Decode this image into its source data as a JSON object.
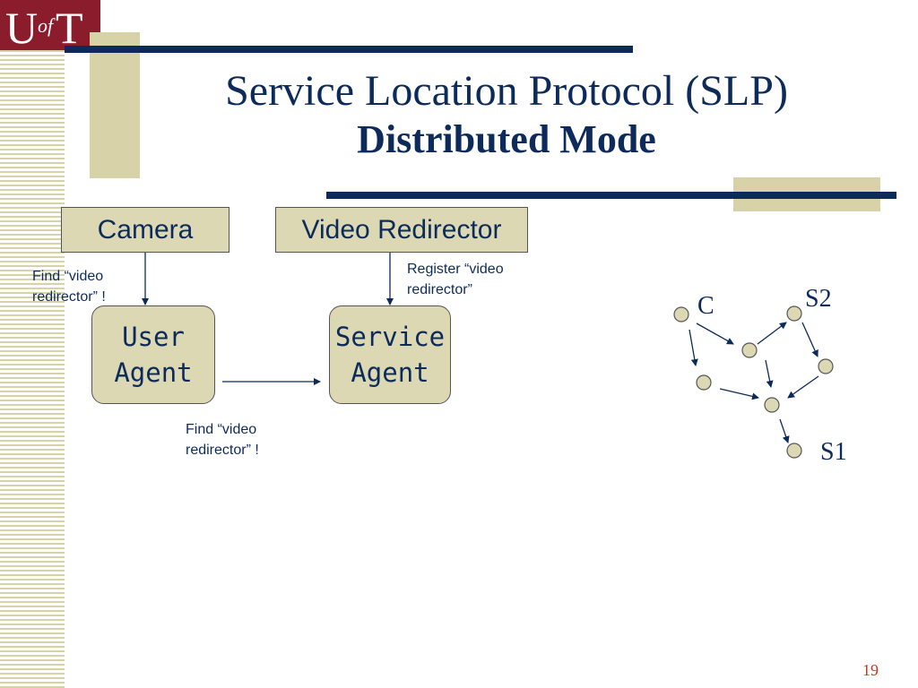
{
  "slide": {
    "title_line1": "Service Location Protocol (SLP)",
    "title_line2": "Distributed Mode",
    "page_number": "19"
  },
  "logo": {
    "letter_u": "U",
    "letters_of": "of",
    "letter_t": "T"
  },
  "colors": {
    "navy": "#0d2b5a",
    "tan": "#d8d2a8",
    "box_fill": "#ddd8b4",
    "maroon": "#8b1c2b",
    "page_number": "#c0392b"
  },
  "boxes": {
    "camera": "Camera",
    "video_redirector": "Video Redirector",
    "user_agent_line1": "User",
    "user_agent_line2": "Agent",
    "service_agent_line1": "Service",
    "service_agent_line2": "Agent"
  },
  "notes": {
    "find_top_line1": "Find “video",
    "find_top_line2": "redirector” !",
    "register_line1": "Register “video",
    "register_line2": "redirector”",
    "find_bottom_line1": "Find “video",
    "find_bottom_line2": "redirector” !"
  },
  "network": {
    "label_c": "C",
    "label_s2": "S2",
    "label_s1": "S1"
  }
}
